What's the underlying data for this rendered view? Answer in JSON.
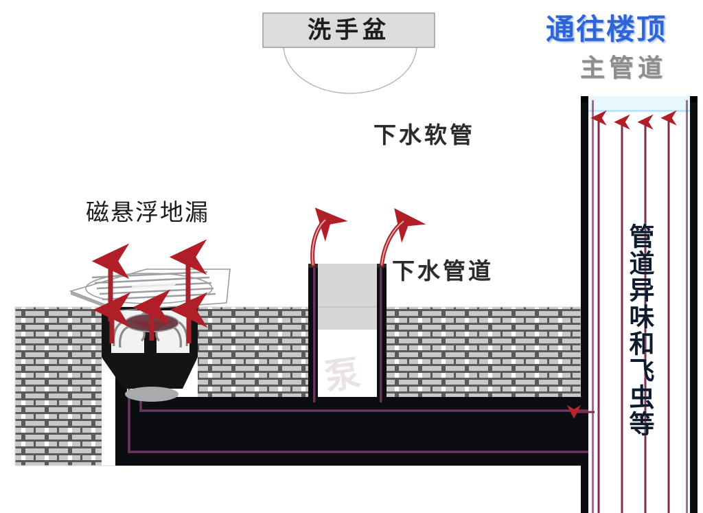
{
  "diagram": {
    "title_labels": {
      "sink": "洗手盆",
      "drain_hose": "下水软管",
      "drain_pipe": "下水管道",
      "floor_drain": "磁悬浮地漏",
      "to_roof": "通往楼顶",
      "main_pipe": "主管道",
      "odor_and_insects": "管道异味和飞虫等"
    },
    "watermark": "泵",
    "colors": {
      "roof_text": "#2f63d8",
      "main_pipe_text": "#8d8d8d",
      "water_blue": "#76c8ee",
      "pipe_wall": "#0b0d10",
      "pipe_inner_line": "#7a3f6e",
      "arrow_red": "#c0232b",
      "hose_gray": "#5a5a5a",
      "sink_fill": "#dcdcdc",
      "brick_fill": "#ffffff",
      "brick_mortar": "#585858",
      "drain_body_black": "#141414",
      "drain_cylinder": "#b9babc"
    },
    "arrows": {
      "stack_up_count": 4,
      "grate_up_count": 2,
      "drain_inner_up_count": 3,
      "drainpipe_out_count": 2,
      "junction_count": 1,
      "direction_stack": "up",
      "direction_junction": "left"
    },
    "elements": [
      {
        "name": "sink-basin",
        "shape": "semicircle"
      },
      {
        "name": "drain-hose",
        "shape": "irregular-polygon"
      },
      {
        "name": "drain-pipe-vertical",
        "shape": "pipe"
      },
      {
        "name": "horizontal-branch-pipe",
        "shape": "pipe"
      },
      {
        "name": "main-vertical-stack",
        "shape": "pipe"
      },
      {
        "name": "floor-drain-grate",
        "shape": "perspective-plate"
      },
      {
        "name": "wall-brick-section",
        "shape": "hatch"
      }
    ]
  }
}
